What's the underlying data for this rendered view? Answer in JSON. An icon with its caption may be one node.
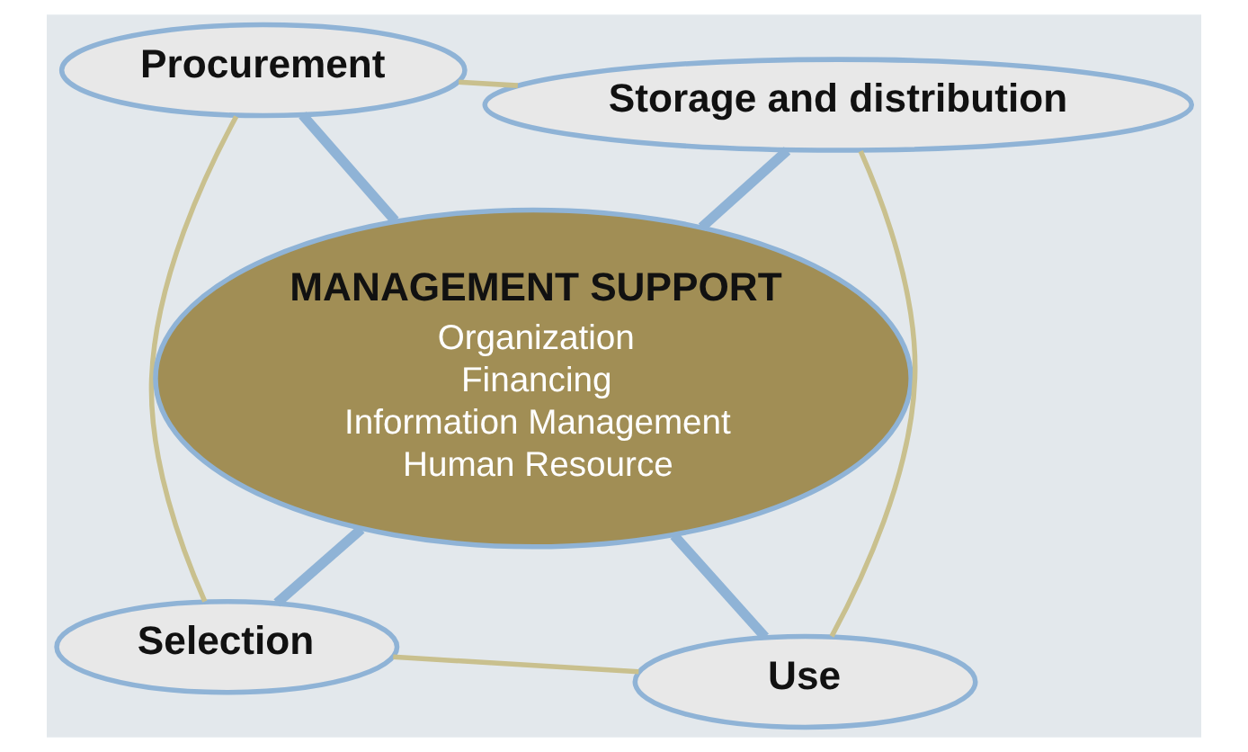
{
  "diagram": {
    "nodes": [
      {
        "text": [
          "Selection"
        ]
      },
      {
        "text": [
          "Use"
        ]
      },
      {
        "text": [
          "MANAGEMENT SUPPORT",
          "Organization",
          "Financing",
          "Information Management",
          "Human Resource"
        ]
      },
      {
        "text": [
          "Procurement"
        ]
      },
      {
        "text": [
          "Storage and distribution"
        ]
      }
    ],
    "edges": [
      {
        "from": 0,
        "to": 3,
        "arrow": "none",
        "color": "#c9c08e"
      },
      {
        "from": 3,
        "to": 4,
        "arrow": "none",
        "color": "#c9c08e"
      },
      {
        "from": 4,
        "to": 1,
        "arrow": "none",
        "color": "#c9c08e"
      },
      {
        "from": 1,
        "to": 0,
        "arrow": "none",
        "color": "#c9c08e"
      },
      {
        "from": 2,
        "to": 0,
        "arrow": "none",
        "color": "#8fb3d6",
        "style": "thick"
      },
      {
        "from": 2,
        "to": 1,
        "arrow": "none",
        "color": "#8fb3d6",
        "style": "thick"
      },
      {
        "from": 2,
        "to": 3,
        "arrow": "none",
        "color": "#8fb3d6",
        "style": "thick"
      },
      {
        "from": 2,
        "to": 4,
        "arrow": "none",
        "color": "#8fb3d6",
        "style": "thick"
      }
    ]
  }
}
